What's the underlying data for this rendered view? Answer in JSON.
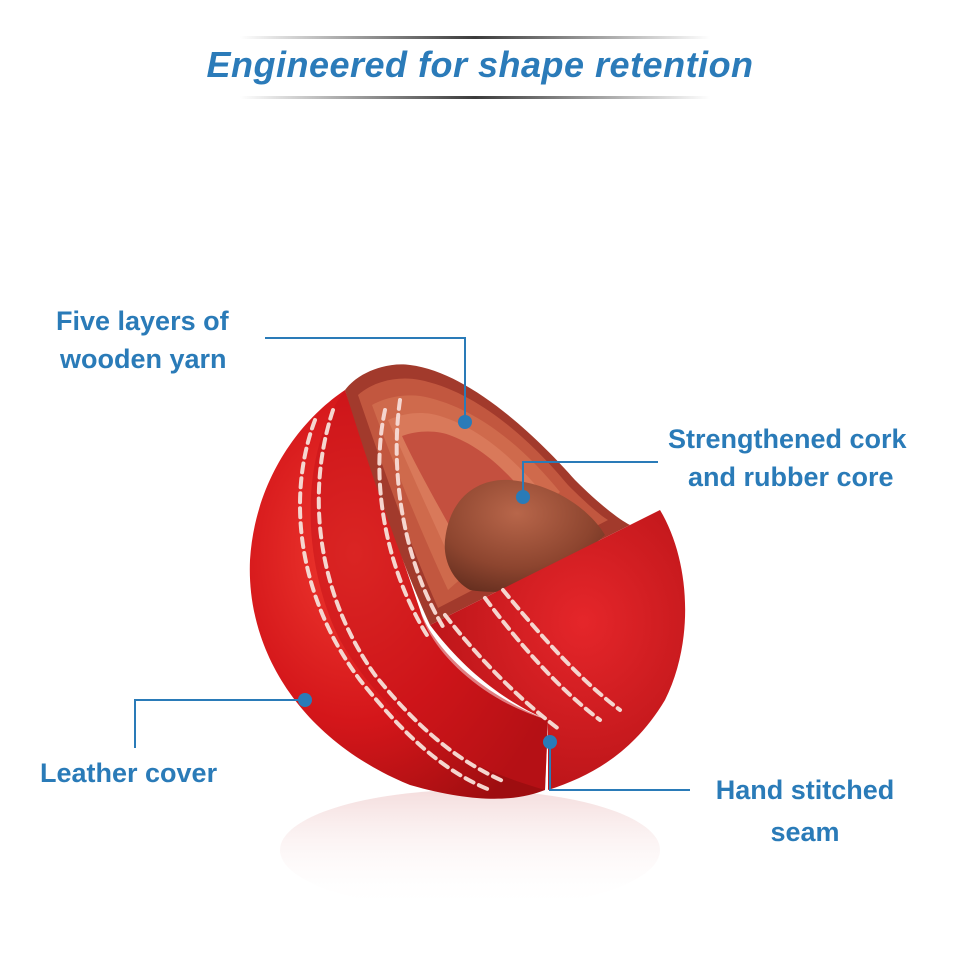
{
  "title": "Engineered for shape retention",
  "callouts": {
    "wooden_yarn": {
      "line1": "Five layers of",
      "line2": "wooden yarn"
    },
    "core": {
      "line1": "Strengthened cork",
      "line2": "and rubber core"
    },
    "leather": {
      "line1": "Leather cover"
    },
    "seam": {
      "line1": "Hand stitched",
      "line2": "seam"
    }
  },
  "colors": {
    "accent": "#2a7bb8",
    "leather_red": "#d8181b",
    "core_brown": "#a0523a",
    "stitch": "#f5d6cf"
  }
}
